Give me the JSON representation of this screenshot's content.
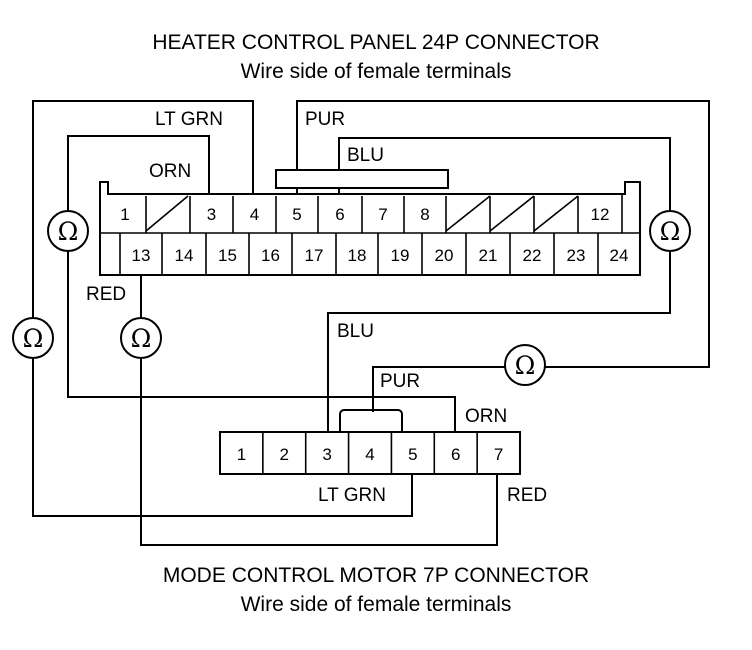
{
  "top_connector": {
    "title": "HEATER CONTROL PANEL 24P CONNECTOR",
    "subtitle": "Wire side of female terminals",
    "top_row": [
      "1",
      "",
      "3",
      "4",
      "5",
      "6",
      "7",
      "8",
      "",
      "",
      "",
      "12"
    ],
    "bottom_row": [
      "13",
      "14",
      "15",
      "16",
      "17",
      "18",
      "19",
      "20",
      "21",
      "22",
      "23",
      "24"
    ]
  },
  "bottom_connector": {
    "title": "MODE CONTROL MOTOR 7P CONNECTOR",
    "subtitle": "Wire side of female terminals",
    "pins": [
      "1",
      "2",
      "3",
      "4",
      "5",
      "6",
      "7"
    ]
  },
  "wire_labels": {
    "lt_grn_top": "LT GRN",
    "orn_top": "ORN",
    "pur_top": "PUR",
    "blu_top": "BLU",
    "red_left": "RED",
    "blu_mid": "BLU",
    "pur_mid": "PUR",
    "orn_mid": "ORN",
    "lt_grn_bottom": "LT GRN",
    "red_bottom": "RED"
  },
  "meter_symbol": "Ω"
}
